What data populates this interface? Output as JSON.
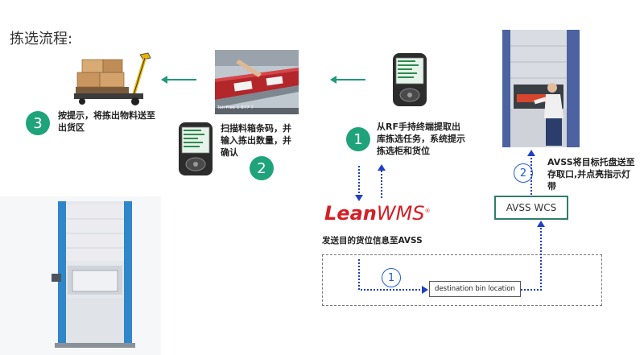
{
  "title": "拣选流程:",
  "steps": {
    "step3": {
      "num": "3",
      "text_line1": "按提示，将拣出物料送至",
      "text_line2": "出货区"
    },
    "step2": {
      "num": "2",
      "text_line1": "扫描料箱条码，并",
      "text_line2": "输入拣出数量，并",
      "text_line3": "确认"
    },
    "step1": {
      "num": "1",
      "text_line1": "从RF手持终端提取出",
      "text_line2": "库拣选任务，系统提示",
      "text_line3": "拣选柜和货位"
    },
    "avss2": {
      "num": "2",
      "text_line1": "AVSS将目标托盘送至",
      "text_line2": "存取口,并点亮指示灯",
      "text_line3": "带"
    },
    "send1": {
      "num": "1"
    }
  },
  "logo": {
    "lean": "Lean",
    "wms": "WMS",
    "reg": "®"
  },
  "send_text": "发送目的货位信息至AVSS",
  "avss_wcs": "AVSS WCS",
  "dest_label": "destination bin location",
  "photo_caption": "Toll Free 1 877 7",
  "colors": {
    "green": "#1fa37a",
    "arrow_green": "#1f9a78",
    "blue": "#1f3fc6",
    "wcs_border": "#2f7d6a",
    "logo_red": "#d51f26"
  }
}
